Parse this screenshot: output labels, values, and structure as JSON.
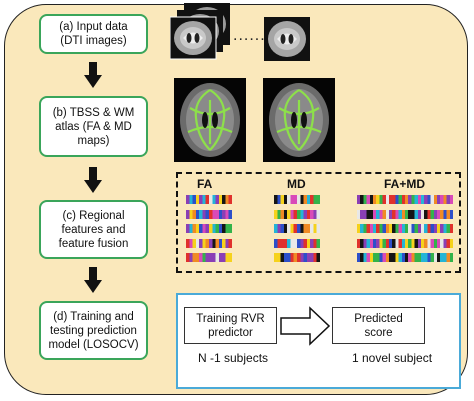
{
  "steps": [
    {
      "label": "(a) Input data\n(DTI images)"
    },
    {
      "label": "(b) TBSS & WM\natlas (FA & MD\nmaps)"
    },
    {
      "label": "(c) Regional\nfeatures and\nfeature fusion"
    },
    {
      "label": "(d) Training and\ntesting prediction\nmodel (LOSOCV)"
    }
  ],
  "images": {
    "ellipsis": "......"
  },
  "features": {
    "columns": [
      "FA",
      "MD",
      "FA+MD"
    ],
    "rows_per_column": 5
  },
  "prediction": {
    "training_box": "Training RVR\npredictor",
    "predicted_box": "Predicted\nscore",
    "train_subjects": "N -1 subjects",
    "test_subject": "1 novel  subject"
  },
  "colors": {
    "panel_bg": "#fae8bb",
    "step_border": "#3aa55a",
    "prediction_border": "#4aaad8",
    "bar_palette": [
      "#e0312c",
      "#2d4fc9",
      "#f6d21b",
      "#33b34a",
      "#8a3fb5",
      "#24b5d6",
      "#f08a24",
      "#151515",
      "#e8e8e8",
      "#d94ab8"
    ]
  }
}
